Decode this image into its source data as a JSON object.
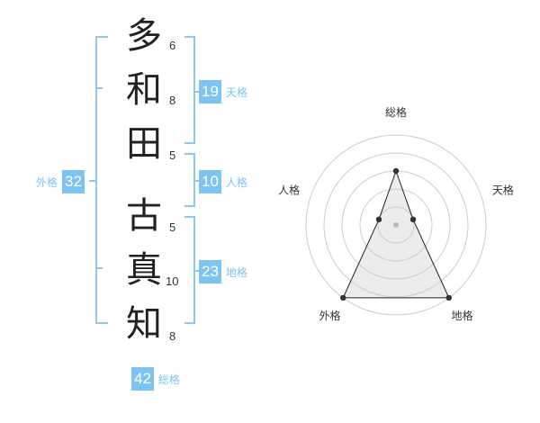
{
  "name": {
    "characters": [
      {
        "char": "多",
        "strokes": "6"
      },
      {
        "char": "和",
        "strokes": "8"
      },
      {
        "char": "田",
        "strokes": "5"
      },
      {
        "char": "古",
        "strokes": "5"
      },
      {
        "char": "真",
        "strokes": "10"
      },
      {
        "char": "知",
        "strokes": "8"
      }
    ]
  },
  "scores": {
    "tenkaku": {
      "value": "19",
      "label": "天格"
    },
    "jinkaku": {
      "value": "10",
      "label": "人格"
    },
    "chikaku": {
      "value": "23",
      "label": "地格"
    },
    "gaikaku": {
      "value": "32",
      "label": "外格"
    },
    "soukaku": {
      "value": "42",
      "label": "総格"
    }
  },
  "colors": {
    "accent": "#7ec4f2",
    "bracket": "#8ec8f0",
    "text": "#222222"
  },
  "chart_data": {
    "type": "radar",
    "axes": [
      "総格",
      "天格",
      "地格",
      "外格",
      "人格"
    ],
    "values": [
      3,
      1,
      5,
      5,
      1
    ],
    "max": 5,
    "rings": 5
  }
}
